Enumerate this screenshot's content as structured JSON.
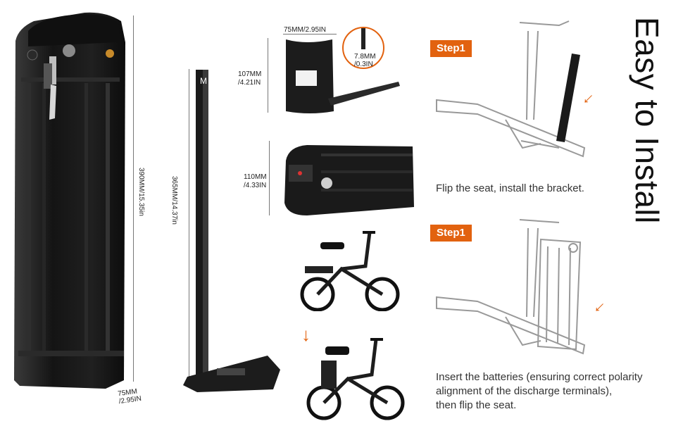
{
  "title": "Easy to Install",
  "battery": {
    "height_label": "390MM/15.35in",
    "width_label": "75MM/\n/2.95IN"
  },
  "bracket": {
    "height_label": "365MM/14.37in",
    "plate_width_label": "75MM/2.95IN",
    "plate_height_label_a": "107MM",
    "plate_height_label_b": "/4.21IN",
    "thickness_label_a": "7.8MM",
    "thickness_label_b": "/0.3IN"
  },
  "battery_end": {
    "height_label_a": "110MM",
    "height_label_b": "/4.33IN"
  },
  "steps": [
    {
      "badge": "Step1",
      "caption": "Flip the seat, install the bracket."
    },
    {
      "badge": "Step1",
      "caption_lines": [
        "Insert the batteries (ensuring correct polarity",
        "alignment of the discharge terminals),",
        "then flip the seat."
      ]
    }
  ],
  "colors": {
    "accent": "#e2620f",
    "battery": "#1b1b1b",
    "line_art": "#9a9a9a"
  }
}
